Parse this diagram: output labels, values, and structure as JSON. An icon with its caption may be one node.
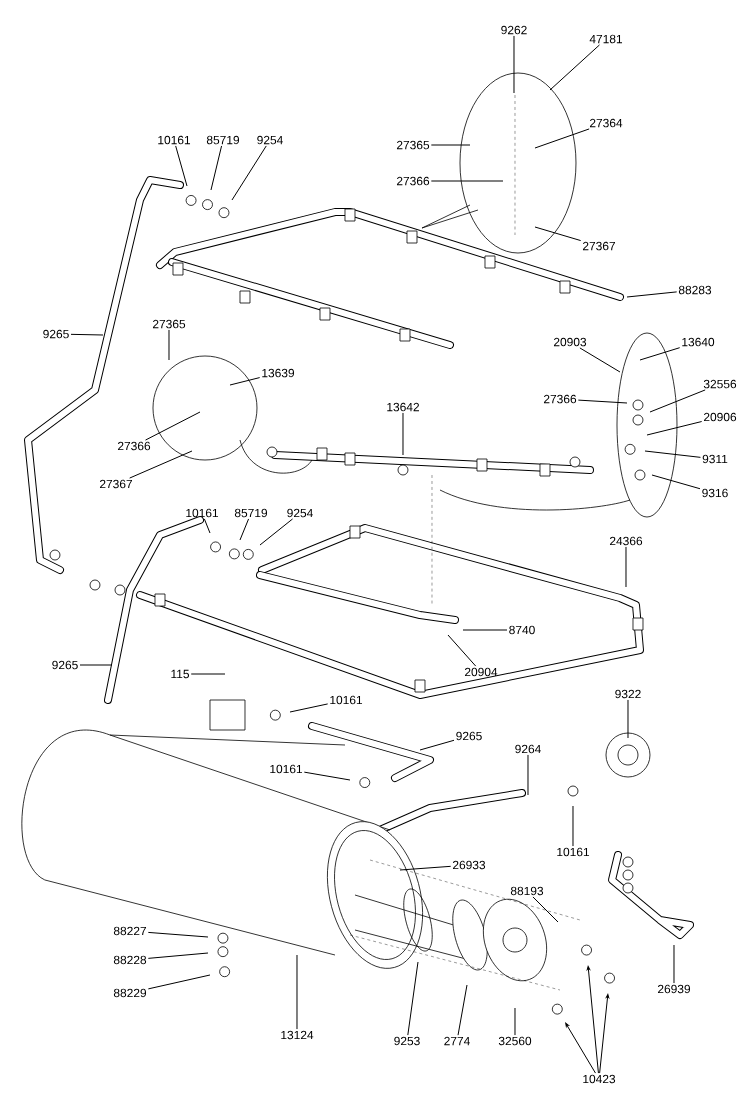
{
  "diagram": {
    "nodes": [
      {
        "text": [
          "9262"
        ]
      },
      {
        "text": [
          "47181"
        ]
      },
      {
        "text": [
          "27364"
        ]
      },
      {
        "text": [
          "27365"
        ]
      },
      {
        "text": [
          "27366"
        ]
      },
      {
        "text": [
          "27367"
        ]
      },
      {
        "text": [
          "88283"
        ]
      },
      {
        "text": [
          "10161"
        ]
      },
      {
        "text": [
          "85719"
        ]
      },
      {
        "text": [
          "9254"
        ]
      },
      {
        "text": [
          "9265"
        ]
      },
      {
        "text": [
          "27365"
        ]
      },
      {
        "text": [
          "13639"
        ]
      },
      {
        "text": [
          "27366"
        ]
      },
      {
        "text": [
          "27367"
        ]
      },
      {
        "text": [
          "13642"
        ]
      },
      {
        "text": [
          "20903"
        ]
      },
      {
        "text": [
          "13640"
        ]
      },
      {
        "text": [
          "27366"
        ]
      },
      {
        "text": [
          "32556"
        ]
      },
      {
        "text": [
          "20906"
        ]
      },
      {
        "text": [
          "9311"
        ]
      },
      {
        "text": [
          "9316"
        ]
      },
      {
        "text": [
          "10161"
        ]
      },
      {
        "text": [
          "85719"
        ]
      },
      {
        "text": [
          "9254"
        ]
      },
      {
        "text": [
          "24366"
        ]
      },
      {
        "text": [
          "8740"
        ]
      },
      {
        "text": [
          "20904"
        ]
      },
      {
        "text": [
          "9265"
        ]
      },
      {
        "text": [
          "115"
        ]
      },
      {
        "text": [
          "10161"
        ]
      },
      {
        "text": [
          "9265"
        ]
      },
      {
        "text": [
          "10161"
        ]
      },
      {
        "text": [
          "9264"
        ]
      },
      {
        "text": [
          "9322"
        ]
      },
      {
        "text": [
          "10161"
        ]
      },
      {
        "text": [
          "26933"
        ]
      },
      {
        "text": [
          "88193"
        ]
      },
      {
        "text": [
          "26939"
        ]
      },
      {
        "text": [
          "88227"
        ]
      },
      {
        "text": [
          "88228"
        ]
      },
      {
        "text": [
          "88229"
        ]
      },
      {
        "text": [
          "13124"
        ]
      },
      {
        "text": [
          "9253"
        ]
      },
      {
        "text": [
          "2774"
        ]
      },
      {
        "text": [
          "32560"
        ]
      },
      {
        "text": [
          "10423"
        ]
      }
    ],
    "edges": [
      {
        "from": 0,
        "to": null,
        "arrow": "none"
      },
      {
        "from": 1,
        "to": null,
        "arrow": "none"
      },
      {
        "from": 2,
        "to": null,
        "arrow": "none"
      },
      {
        "from": 3,
        "to": null,
        "arrow": "none"
      },
      {
        "from": 4,
        "to": null,
        "arrow": "none"
      },
      {
        "from": 5,
        "to": null,
        "arrow": "none"
      },
      {
        "from": 6,
        "to": null,
        "arrow": "none"
      },
      {
        "from": 7,
        "to": null,
        "arrow": "none"
      },
      {
        "from": 8,
        "to": null,
        "arrow": "none"
      },
      {
        "from": 9,
        "to": null,
        "arrow": "none"
      },
      {
        "from": 10,
        "to": null,
        "arrow": "none"
      },
      {
        "from": 11,
        "to": null,
        "arrow": "none"
      },
      {
        "from": 12,
        "to": null,
        "arrow": "none"
      },
      {
        "from": 13,
        "to": null,
        "arrow": "none"
      },
      {
        "from": 14,
        "to": null,
        "arrow": "none"
      },
      {
        "from": 15,
        "to": null,
        "arrow": "none"
      },
      {
        "from": 16,
        "to": null,
        "arrow": "none"
      },
      {
        "from": 17,
        "to": null,
        "arrow": "none"
      },
      {
        "from": 18,
        "to": null,
        "arrow": "none"
      },
      {
        "from": 19,
        "to": null,
        "arrow": "none"
      },
      {
        "from": 20,
        "to": null,
        "arrow": "none"
      },
      {
        "from": 21,
        "to": null,
        "arrow": "none"
      },
      {
        "from": 22,
        "to": null,
        "arrow": "none"
      },
      {
        "from": 23,
        "to": null,
        "arrow": "none"
      },
      {
        "from": 24,
        "to": null,
        "arrow": "none"
      },
      {
        "from": 25,
        "to": null,
        "arrow": "none"
      },
      {
        "from": 26,
        "to": null,
        "arrow": "none"
      },
      {
        "from": 27,
        "to": null,
        "arrow": "none"
      },
      {
        "from": 28,
        "to": null,
        "arrow": "none"
      },
      {
        "from": 29,
        "to": null,
        "arrow": "none"
      },
      {
        "from": 30,
        "to": null,
        "arrow": "none"
      },
      {
        "from": 31,
        "to": null,
        "arrow": "none"
      },
      {
        "from": 32,
        "to": null,
        "arrow": "none"
      },
      {
        "from": 33,
        "to": null,
        "arrow": "none"
      },
      {
        "from": 34,
        "to": null,
        "arrow": "none"
      },
      {
        "from": 35,
        "to": null,
        "arrow": "none"
      },
      {
        "from": 36,
        "to": null,
        "arrow": "none"
      },
      {
        "from": 37,
        "to": null,
        "arrow": "none"
      },
      {
        "from": 38,
        "to": null,
        "arrow": "none"
      },
      {
        "from": 39,
        "to": null,
        "arrow": "none"
      },
      {
        "from": 40,
        "to": null,
        "arrow": "none"
      },
      {
        "from": 41,
        "to": null,
        "arrow": "none"
      },
      {
        "from": 42,
        "to": null,
        "arrow": "none"
      },
      {
        "from": 43,
        "to": null,
        "arrow": "none"
      },
      {
        "from": 44,
        "to": null,
        "arrow": "none"
      },
      {
        "from": 45,
        "to": null,
        "arrow": "none"
      },
      {
        "from": 46,
        "to": null,
        "arrow": "none"
      },
      {
        "from": 47,
        "to": null,
        "arrow": "to"
      },
      {
        "from": 47,
        "to": null,
        "arrow": "to"
      },
      {
        "from": 47,
        "to": null,
        "arrow": "to"
      }
    ]
  }
}
